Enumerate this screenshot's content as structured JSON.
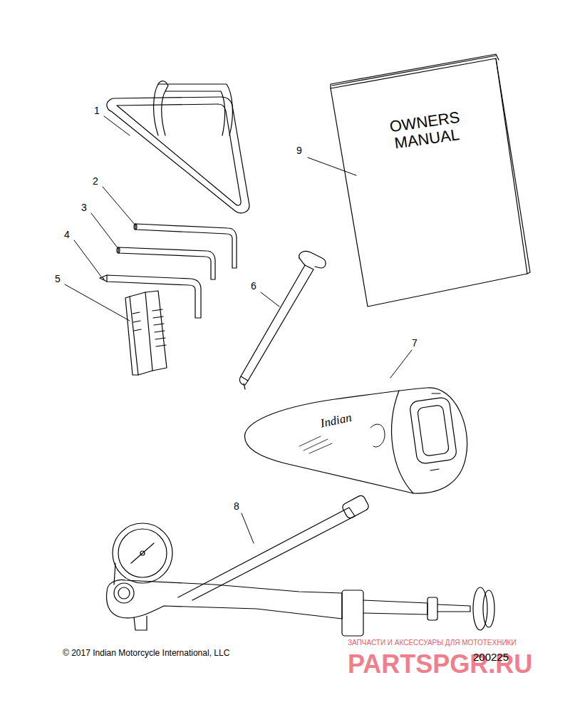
{
  "diagram": {
    "labels": [
      "1",
      "2",
      "3",
      "4",
      "5",
      "6",
      "7",
      "8",
      "9",
      "OWNERS MANUAL",
      "Indian",
      "© 2017 Indian Motorcycle International, LLC",
      "200225",
      "ЗАПЧАСТИ И АКСЕССУАРЫ ДЛЯ МОТОТЕХНИКИ",
      "PARTSPGR.RU"
    ]
  }
}
